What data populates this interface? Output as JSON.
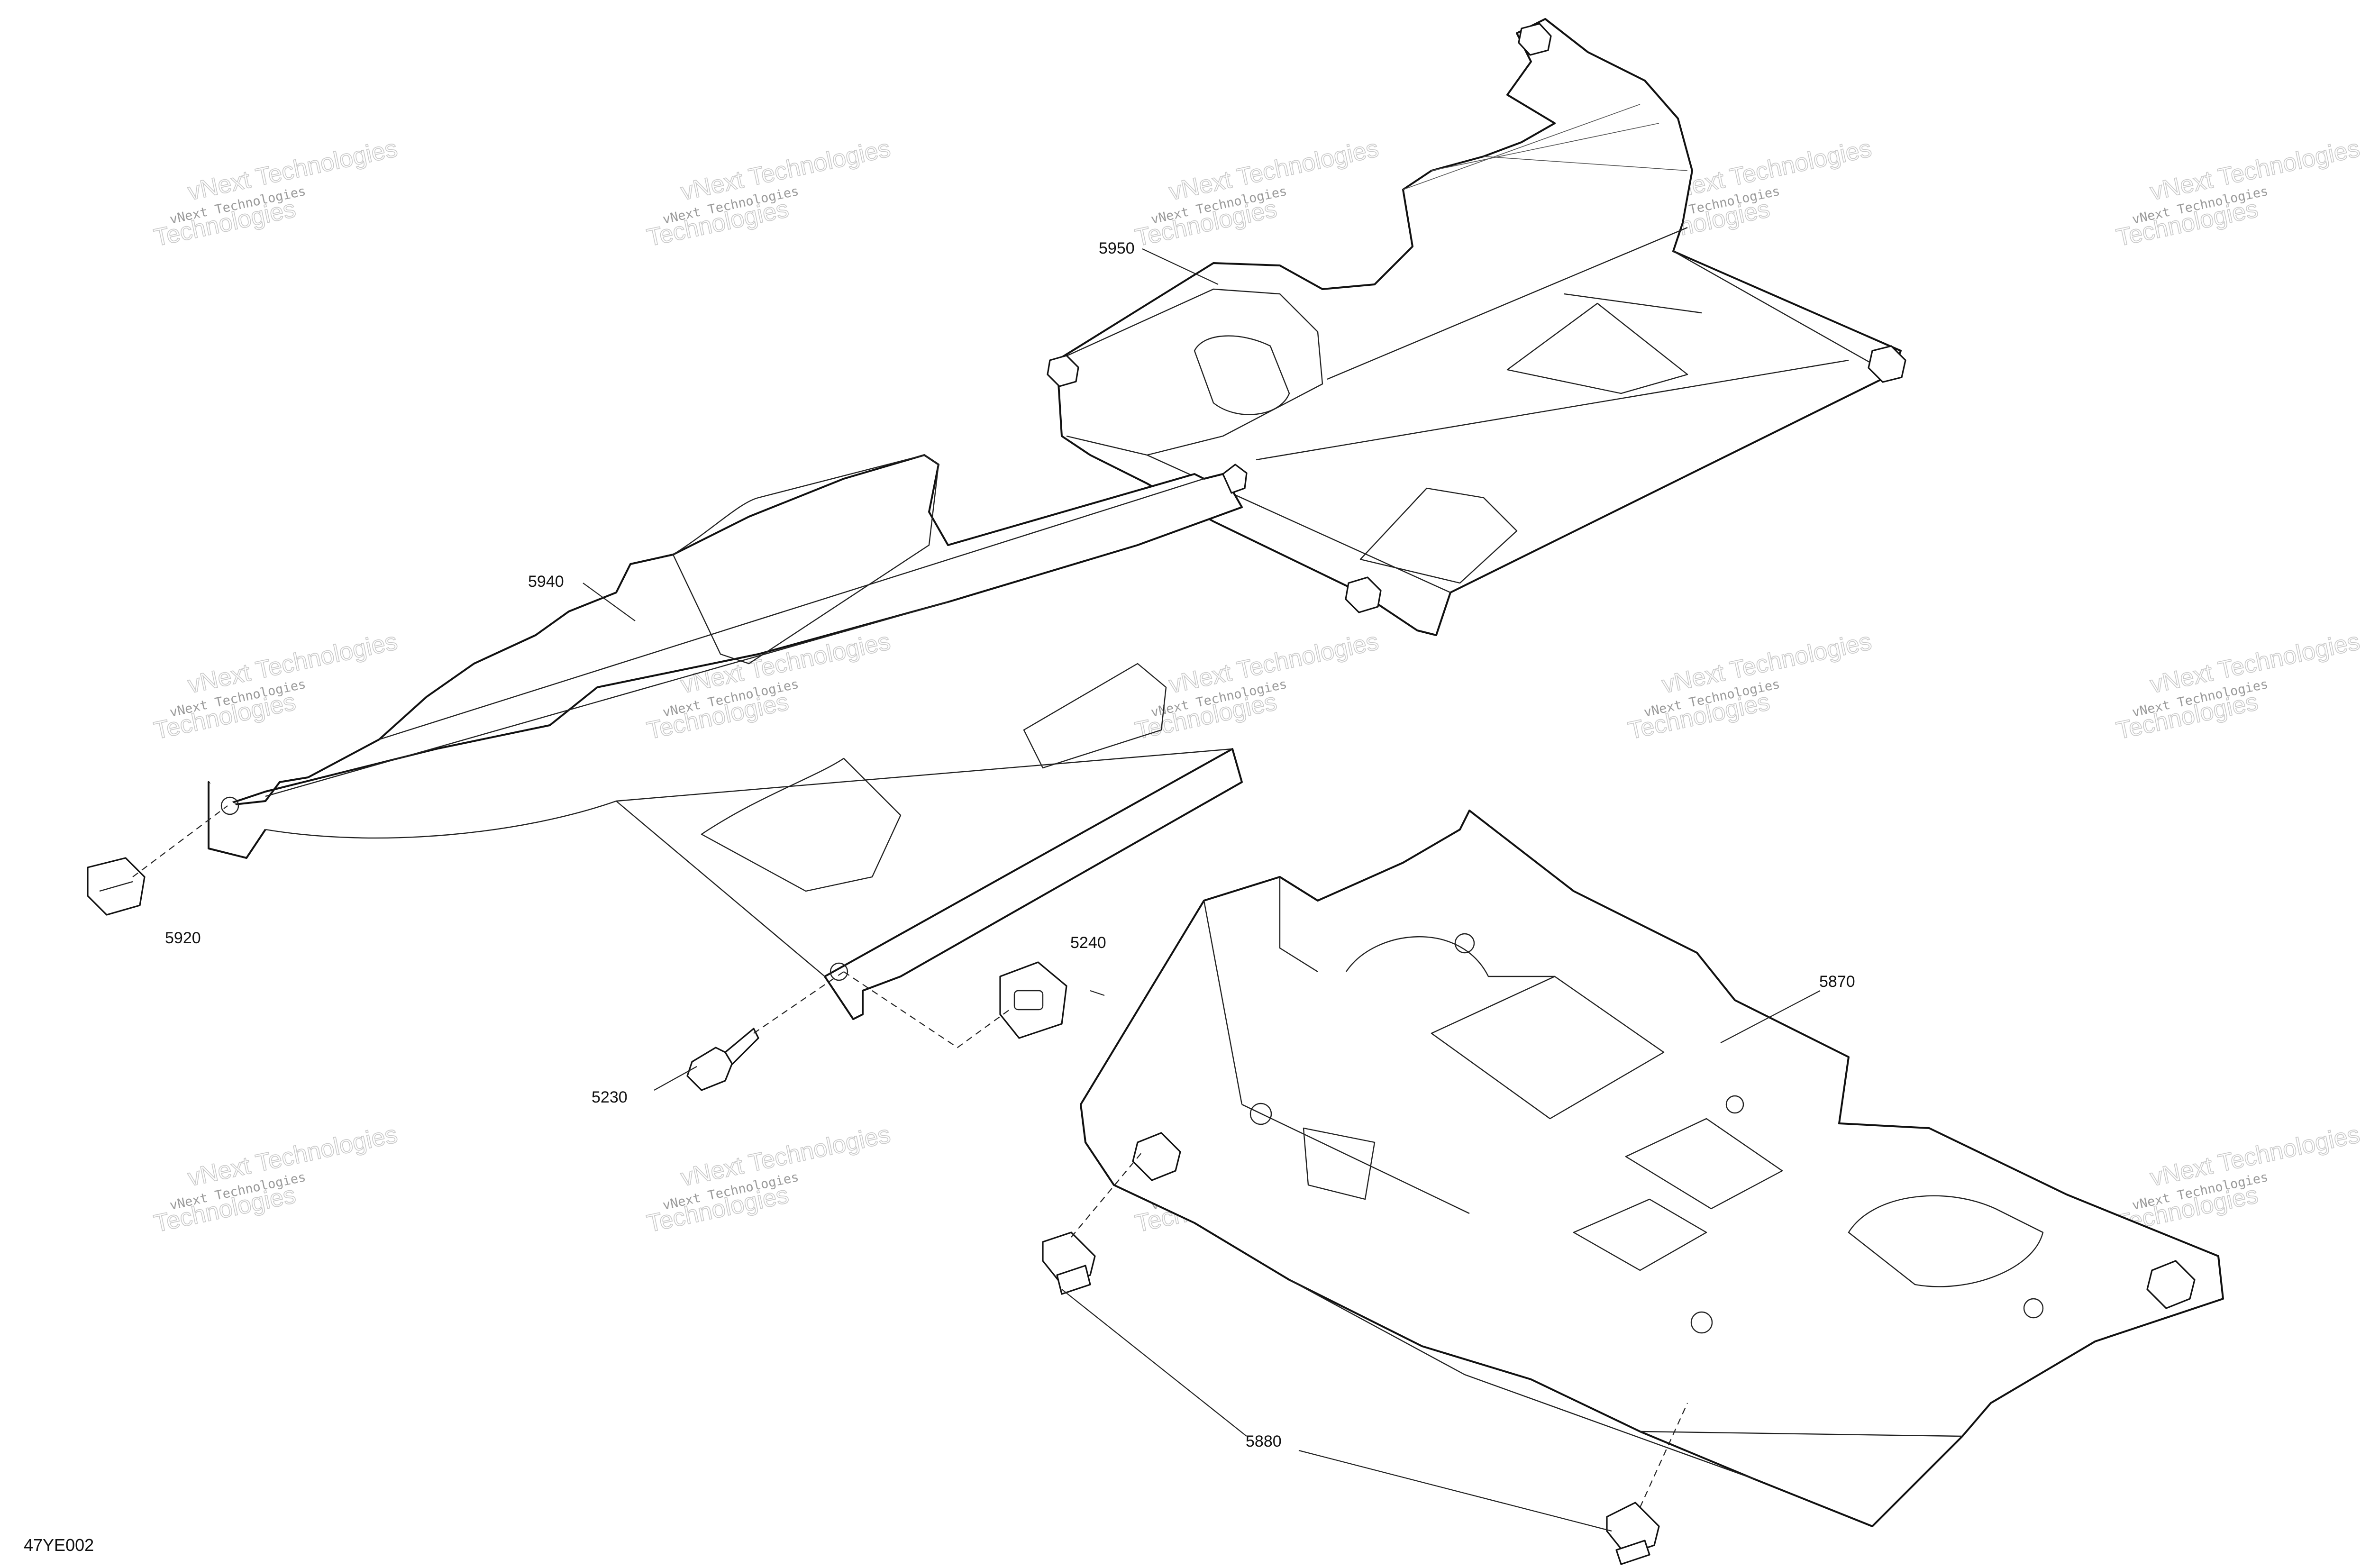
{
  "diagram": {
    "reference_code": "47YE002",
    "watermark": {
      "line1": "vNext Technologies",
      "line2": "Technologies"
    },
    "callouts": [
      {
        "id": "5950",
        "label": "5950"
      },
      {
        "id": "5940",
        "label": "5940"
      },
      {
        "id": "5920",
        "label": "5920"
      },
      {
        "id": "5240",
        "label": "5240"
      },
      {
        "id": "5230",
        "label": "5230"
      },
      {
        "id": "5870",
        "label": "5870"
      },
      {
        "id": "5880",
        "label": "5880"
      }
    ]
  }
}
